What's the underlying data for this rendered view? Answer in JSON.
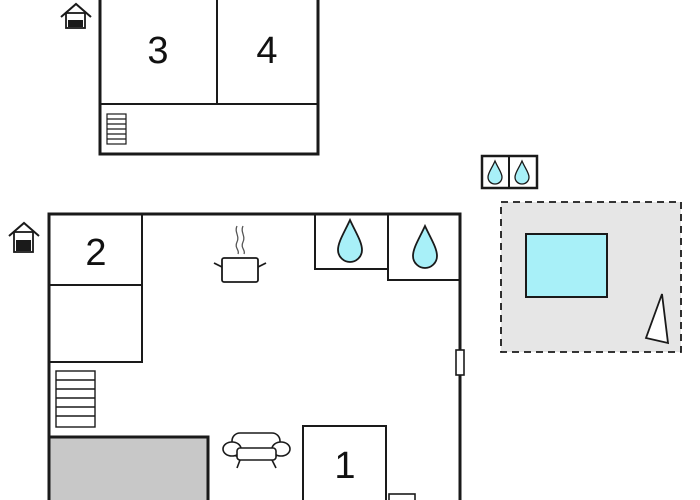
{
  "floors": {
    "upper": {
      "rooms": [
        {
          "id": "room-3",
          "number": "3"
        },
        {
          "id": "room-4",
          "number": "4"
        }
      ],
      "icons": [
        "house-entrance-icon",
        "stairs-icon"
      ]
    },
    "ground": {
      "rooms": [
        {
          "id": "room-2",
          "number": "2"
        },
        {
          "id": "room-1",
          "number": "1"
        }
      ],
      "icons": [
        "house-entrance-icon",
        "stairs-icon",
        "kitchen-pot-icon",
        "water-drop-icon",
        "water-drop-icon",
        "sofa-icon",
        "window-icon",
        "door-icon"
      ]
    },
    "outdoor": {
      "icons": [
        "water-drops-sign-icon",
        "pool-icon",
        "sunbed-icon"
      ]
    }
  },
  "colors": {
    "wall": "#1a1a1a",
    "pool": "#a8f0f8",
    "terrace": "#e6e6e6",
    "covered_area": "#c8c8c8",
    "water_drop": "#a8f0f8"
  }
}
